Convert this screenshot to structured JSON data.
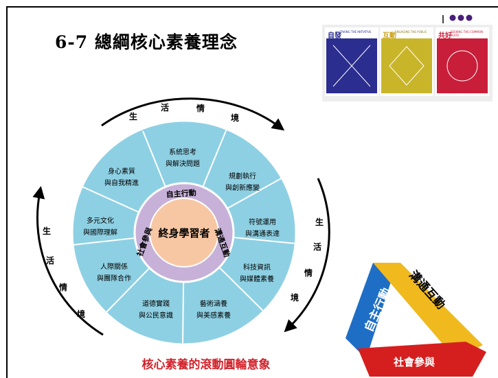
{
  "slide": {
    "title": "6-7 總綱核心素養理念",
    "caption": "核心素養的滾動圓輪意象"
  },
  "posters": [
    {
      "title": "自發",
      "subtitle": "TAKING THE INITIATIVE",
      "color": "#2b2d8f"
    },
    {
      "title": "互動",
      "subtitle": "ENGAGING THE PUBLIC",
      "color": "#c9b52a"
    },
    {
      "title": "共好",
      "subtitle": "SEEKING THE COMMON GOOD",
      "color": "#c81e3a"
    }
  ],
  "wheel": {
    "center": "終身學習者",
    "inner_ring": [
      "自主行動",
      "溝通互動",
      "社會參與"
    ],
    "segments": [
      "系統思考\n與解決問題",
      "規劃執行\n與創新應變",
      "符號運用\n與溝通表達",
      "科技資訊\n與媒體素養",
      "藝術涵養\n與美感素養",
      "道德實踐\n與公民意識",
      "人際關係\n與團隊合作",
      "多元文化\n與國際理解",
      "身心素質\n與自我精進"
    ],
    "arc_label_chars": [
      "生",
      "活",
      "情",
      "境"
    ]
  },
  "triangle": {
    "labels": [
      "自主行動",
      "溝通互動",
      "社會參與"
    ],
    "colors": {
      "blue": "#1f6ec5",
      "yellow": "#f0b91e",
      "red": "#d51f1f"
    }
  },
  "colors": {
    "wheel_outer": "#8ed0e3",
    "wheel_ring": "#c7b1d8",
    "wheel_center": "#f7c7a4",
    "dots": "#4a1f7a",
    "caption": "#d2222a"
  }
}
